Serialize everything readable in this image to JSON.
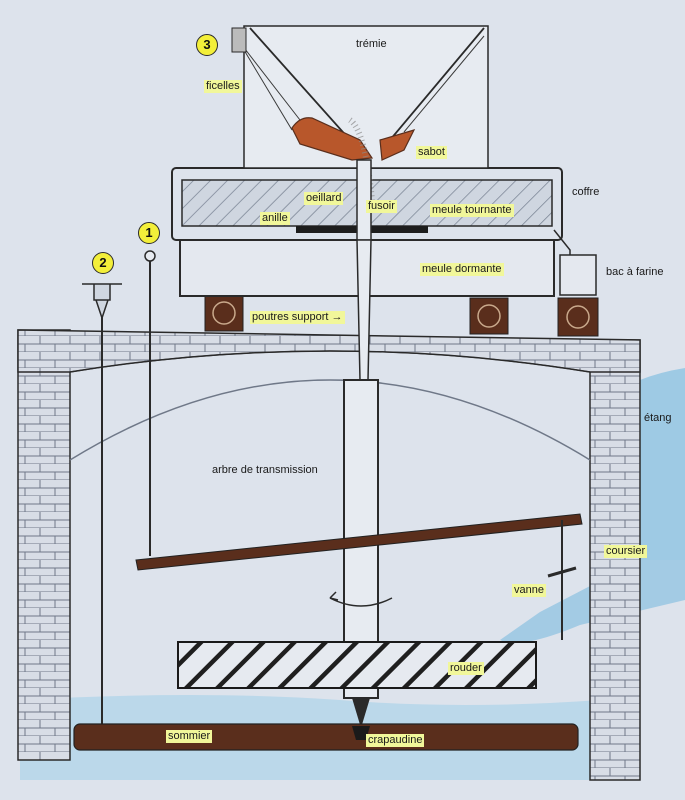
{
  "labels": {
    "tremie": "trémie",
    "ficelles": "ficelles",
    "sabot": "sabot",
    "oeillard": "oeillard",
    "fusoir": "fusoir",
    "meule_tournante": "meule tournante",
    "coffre": "coffre",
    "anille": "anille",
    "meule_dormante": "meule dormante",
    "bac_a_farine": "bac à farine",
    "poutres_support": "poutres support →",
    "etang": "étang",
    "arbre_de_transmission": "arbre de transmission",
    "coursier": "coursier",
    "vanne": "vanne",
    "rouder": "rouder",
    "sommier": "sommier",
    "crapaudine": "crapaudine"
  },
  "markers": {
    "one": "1",
    "two": "2",
    "three": "3"
  },
  "colors": {
    "background": "#dde3ec",
    "label_highlight": "#f1f79a",
    "marker_fill": "#f3ef3a",
    "wood": "#5a2e1c",
    "sabot": "#b8572b",
    "water": "#8fc3e2",
    "stone_outline": "#2a2a2a"
  }
}
